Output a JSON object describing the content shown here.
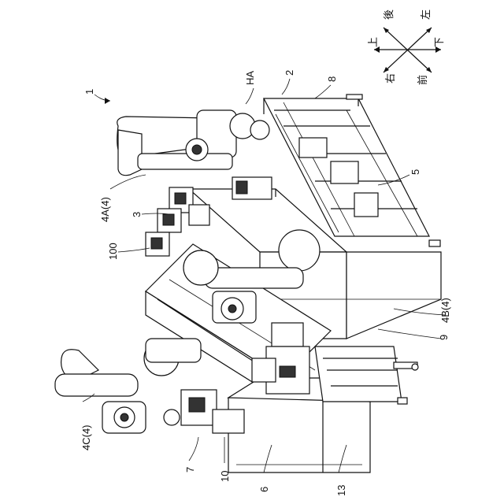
{
  "labels": {
    "figure": "1",
    "ha": "HA",
    "frame": "2",
    "table": "3",
    "robot_a": "4A(4)",
    "robot_b": "4B(4)",
    "robot_c": "4C(4)",
    "unit5": "5",
    "unit6": "6",
    "unit7": "7",
    "unit8": "8",
    "unit9": "9",
    "unit10": "10",
    "unit13": "13",
    "unit100": "100"
  },
  "compass": {
    "up": "上",
    "back": "後",
    "left": "左",
    "down": "下",
    "right": "右",
    "front": "前"
  }
}
